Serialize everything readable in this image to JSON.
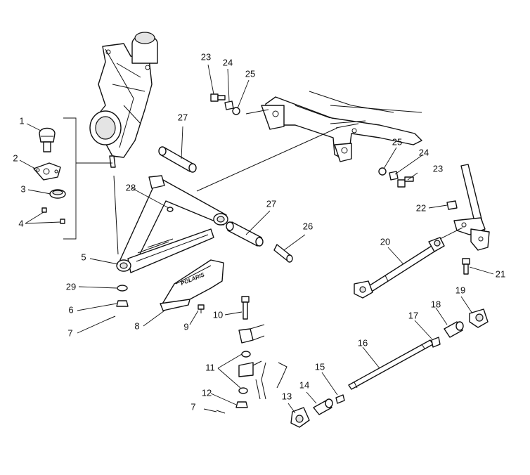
{
  "diagram": {
    "callouts": [
      "1",
      "2",
      "3",
      "4",
      "5",
      "6",
      "7",
      "8",
      "9",
      "10",
      "11",
      "12",
      "13",
      "14",
      "15",
      "16",
      "17",
      "18",
      "19",
      "20",
      "21",
      "22",
      "23",
      "24",
      "25",
      "26",
      "27",
      "28",
      "29"
    ],
    "extra_callouts": {
      "7b": "7",
      "23b": "23",
      "24b": "24",
      "25b": "25",
      "27b": "27"
    },
    "skid_plate_logo": "POLARIS"
  }
}
